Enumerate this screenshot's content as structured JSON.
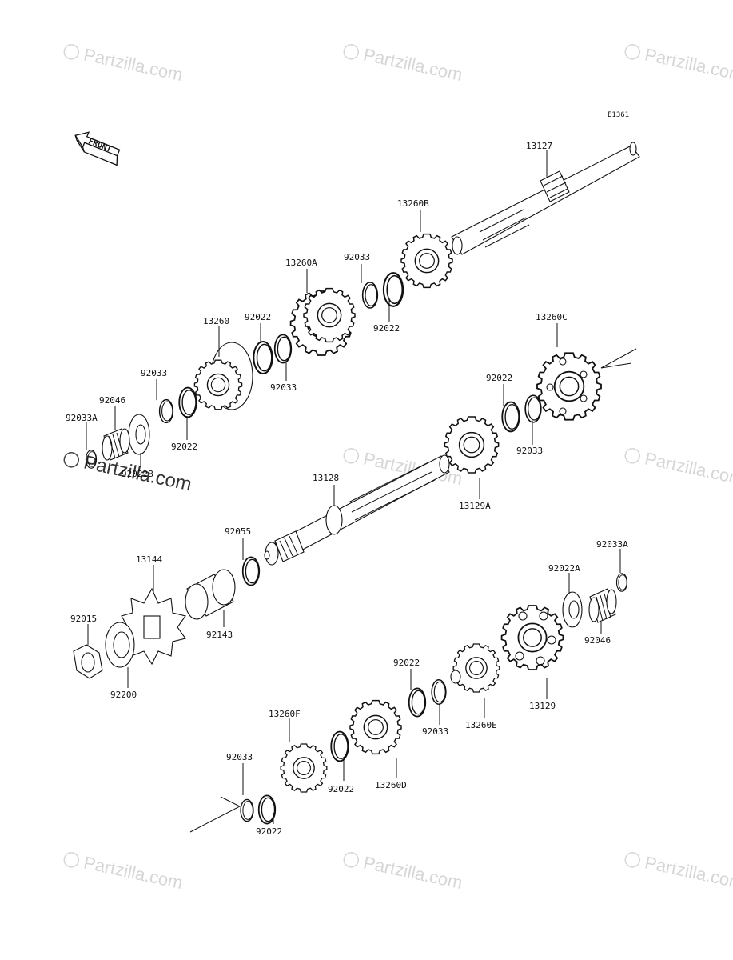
{
  "diagram_code": "E1361",
  "front_label": "FRONT",
  "watermark_text": "Partzilla.com",
  "watermark_symbol": "©",
  "callouts": [
    {
      "id": "c-13127",
      "text": "13127"
    },
    {
      "id": "c-13260B",
      "text": "13260B"
    },
    {
      "id": "c-92033-a",
      "text": "92033"
    },
    {
      "id": "c-92022-a",
      "text": "92022"
    },
    {
      "id": "c-13260A",
      "text": "13260A"
    },
    {
      "id": "c-13260",
      "text": "13260"
    },
    {
      "id": "c-92022-b",
      "text": "92022"
    },
    {
      "id": "c-92033-b",
      "text": "92033"
    },
    {
      "id": "c-92033-c",
      "text": "92033"
    },
    {
      "id": "c-92022-c",
      "text": "92022"
    },
    {
      "id": "c-92046-a",
      "text": "92046"
    },
    {
      "id": "c-92033A-a",
      "text": "92033A"
    },
    {
      "id": "c-92022B",
      "text": "92022B"
    },
    {
      "id": "c-13260C",
      "text": "13260C"
    },
    {
      "id": "c-92022-d",
      "text": "92022"
    },
    {
      "id": "c-92033-d",
      "text": "92033"
    },
    {
      "id": "c-13128",
      "text": "13128"
    },
    {
      "id": "c-13129A",
      "text": "13129A"
    },
    {
      "id": "c-92055",
      "text": "92055"
    },
    {
      "id": "c-13144",
      "text": "13144"
    },
    {
      "id": "c-92143",
      "text": "92143"
    },
    {
      "id": "c-92015",
      "text": "92015"
    },
    {
      "id": "c-92200",
      "text": "92200"
    },
    {
      "id": "c-92033A-b",
      "text": "92033A"
    },
    {
      "id": "c-92022A",
      "text": "92022A"
    },
    {
      "id": "c-92046-b",
      "text": "92046"
    },
    {
      "id": "c-92022-e",
      "text": "92022"
    },
    {
      "id": "c-92033-e",
      "text": "92033"
    },
    {
      "id": "c-13260E",
      "text": "13260E"
    },
    {
      "id": "c-13129",
      "text": "13129"
    },
    {
      "id": "c-13260F",
      "text": "13260F"
    },
    {
      "id": "c-92033-f",
      "text": "92033"
    },
    {
      "id": "c-92022-f",
      "text": "92022"
    },
    {
      "id": "c-92022-g",
      "text": "92022"
    },
    {
      "id": "c-13260D",
      "text": "13260D"
    }
  ]
}
